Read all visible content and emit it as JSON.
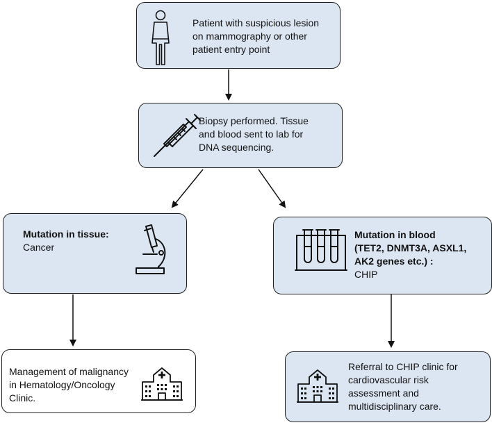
{
  "nodes": {
    "patient": {
      "lines": [
        "Patient with suspicious lesion",
        "on mammography or other",
        "patient entry point"
      ]
    },
    "biopsy": {
      "lines": [
        "Biopsy performed. Tissue",
        "and  blood sent to lab for",
        "DNA sequencing."
      ]
    },
    "tissue": {
      "title": "Mutation in tissue:",
      "body": "Cancer"
    },
    "blood": {
      "title_lines": [
        "Mutation in blood",
        " (TET2, DNMT3A, ASXL1,",
        " AK2 genes etc.) :"
      ],
      "body": "CHIP"
    },
    "management": {
      "lines": [
        "Management of malignancy",
        "in Hematology/Oncology",
        "Clinic."
      ]
    },
    "referral": {
      "lines": [
        "Referral to CHIP clinic for",
        "cardiovascular risk",
        "assessment and",
        "multidisciplinary care."
      ]
    }
  },
  "icons": {
    "patient": "person-icon",
    "biopsy": "syringe-icon",
    "tissue": "microscope-icon",
    "blood": "test-tubes-icon",
    "management": "hospital-icon",
    "referral": "hospital-icon"
  },
  "colors": {
    "node_fill": "#dce6f2",
    "terminal_fill": "#ffffff",
    "stroke": "#1f1f1f"
  }
}
